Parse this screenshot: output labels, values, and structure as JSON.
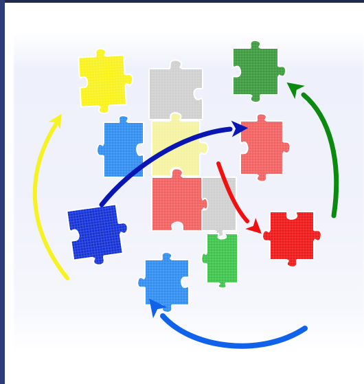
{
  "scene": {
    "colors": {
      "yellow": "#f9f21a",
      "light_gray": "#cfcfcf",
      "light_yellow": "#f6f3a0",
      "sky_blue": "#2f8df0",
      "royal_blue": "#1432d6",
      "green": "#3a9a3c",
      "bright_green": "#3cc44a",
      "salmon": "#f26060",
      "red": "#ee1717",
      "arrow_yellow": "#f7f224",
      "arrow_navy": "#0a16b4",
      "arrow_red": "#f01010",
      "arrow_green": "#0c8a10",
      "arrow_blue": "#1062ea",
      "frame": "#2e3c78"
    },
    "pieces": [
      {
        "name": "puzzle-piece-yellow",
        "color": "yellow"
      },
      {
        "name": "puzzle-piece-gray-top",
        "color": "light_gray"
      },
      {
        "name": "puzzle-piece-dark-green",
        "color": "green"
      },
      {
        "name": "puzzle-piece-sky-blue",
        "color": "sky_blue"
      },
      {
        "name": "puzzle-piece-light-yellow",
        "color": "light_yellow"
      },
      {
        "name": "puzzle-piece-salmon-right",
        "color": "salmon"
      },
      {
        "name": "puzzle-piece-royal-blue",
        "color": "royal_blue"
      },
      {
        "name": "puzzle-piece-salmon-center",
        "color": "salmon"
      },
      {
        "name": "puzzle-piece-gray-center",
        "color": "light_gray"
      },
      {
        "name": "puzzle-piece-bright-green",
        "color": "bright_green"
      },
      {
        "name": "puzzle-piece-red",
        "color": "red"
      },
      {
        "name": "puzzle-piece-blue-bottom",
        "color": "sky_blue"
      }
    ],
    "arrows": [
      {
        "name": "arrow-yellow",
        "color": "arrow_yellow"
      },
      {
        "name": "arrow-navy",
        "color": "arrow_navy"
      },
      {
        "name": "arrow-red",
        "color": "arrow_red"
      },
      {
        "name": "arrow-green",
        "color": "arrow_green"
      },
      {
        "name": "arrow-blue",
        "color": "arrow_blue"
      }
    ]
  }
}
